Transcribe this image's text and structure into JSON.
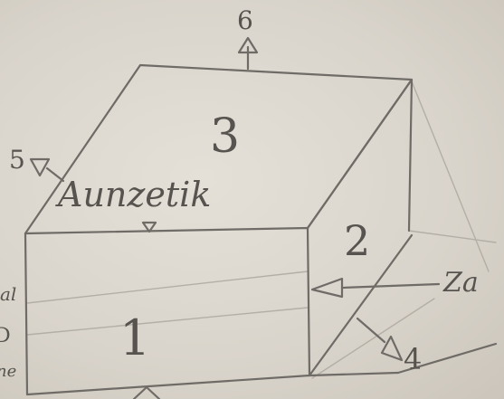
{
  "sketch": {
    "face_labels": {
      "front": "1",
      "side": "2",
      "roof": "3"
    },
    "roof_word": "Aunzetik",
    "arrow_labels": {
      "top": "6",
      "left": "5",
      "bottom_right": "4",
      "right": "Za"
    },
    "edge_fragments": {
      "a": "al",
      "b": "D",
      "c": "ne"
    }
  }
}
